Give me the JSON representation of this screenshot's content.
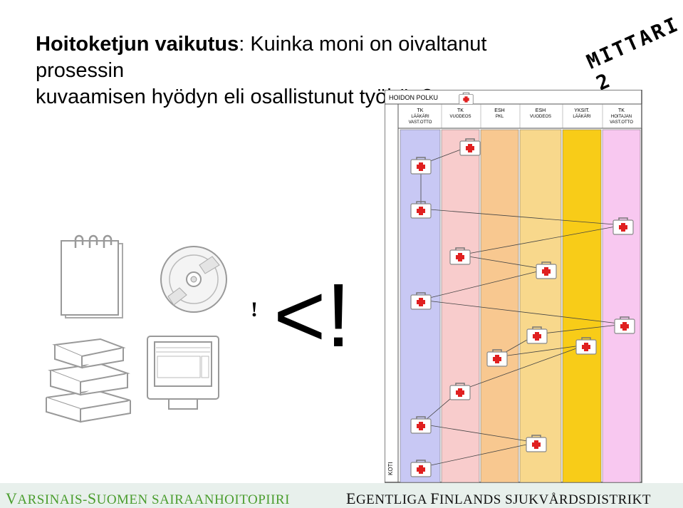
{
  "title": {
    "bold": "Hoitoketjun vaikutus",
    "rest": ": Kuinka moni on oivaltanut prosessin",
    "line2": "kuvaamisen hyödyn eli osallistunut työhön?"
  },
  "stamp": "MITTARI 2",
  "marks": {
    "small": "!",
    "big": "<!"
  },
  "diagram": {
    "title": "HOIDON POLKU",
    "side_label": "KOTI",
    "columns": [
      {
        "l1": "TK",
        "l2": "LÄÄKÄRI",
        "l3": "VAST.OTTO",
        "color": "#c8c8f4"
      },
      {
        "l1": "TK",
        "l2": "VUODEOS",
        "l3": "",
        "color": "#f8cccc"
      },
      {
        "l1": "ESH",
        "l2": "PKL",
        "l3": "",
        "color": "#f8c890"
      },
      {
        "l1": "ESH",
        "l2": "VUODEOS",
        "l3": "",
        "color": "#f8d88c"
      },
      {
        "l1": "YKSIT.",
        "l2": "LÄÄKÄRI",
        "l3": "",
        "color": "#f8cc18"
      },
      {
        "l1": "TK",
        "l2": "HOITAJAN",
        "l3": "VAST.OTTO",
        "color": "#f8c8f0"
      }
    ]
  },
  "footer": {
    "left_cap1": "V",
    "left_rest1": "ARSINAIS-",
    "left_cap2": "S",
    "left_rest2": "UOMEN SAIRAANHOITOPIIRI",
    "right_cap1": "E",
    "right_rest1": "GENTLIGA ",
    "right_cap2": "F",
    "right_rest2": "INLANDS SJUKVÅRDSDISTRIKT"
  },
  "colors": {
    "footer_left": "#4a9d2e",
    "kit_red": "#e02020"
  },
  "icons": [
    "notepad-icon",
    "cd-icon",
    "books-icon",
    "computer-icon",
    "first-aid-kit-icon"
  ]
}
